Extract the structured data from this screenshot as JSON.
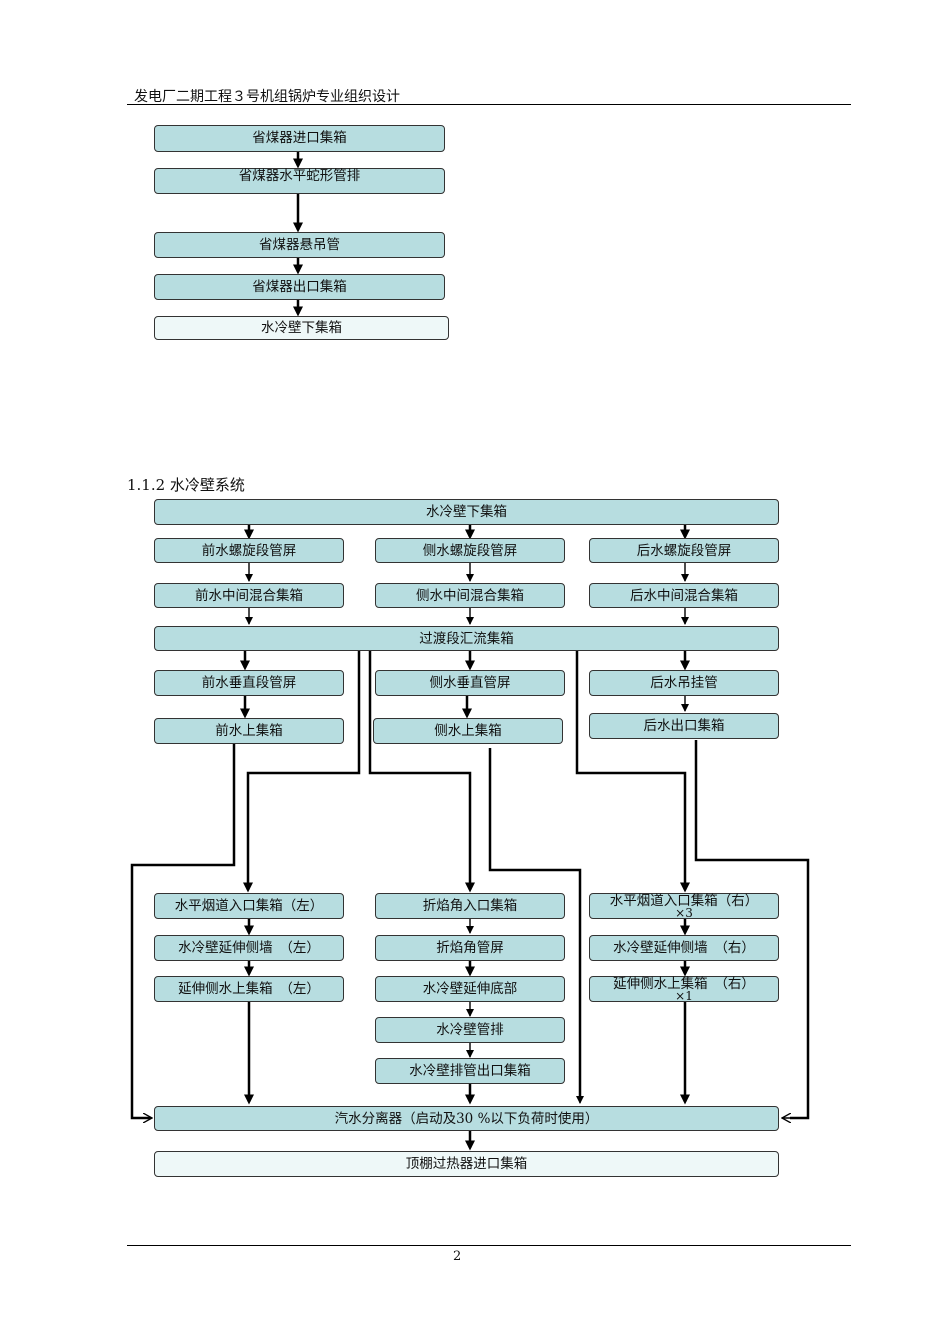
{
  "header": {
    "title": "发电厂二期工程３号机组锅炉专业组织设计"
  },
  "economizer_flow": {
    "boxes": [
      "省煤器进口集箱",
      "省煤器水平蛇形管排",
      "省煤器悬吊管",
      "省煤器出口集箱",
      "水冷壁下集箱"
    ]
  },
  "section": {
    "title": "1.1.2 水冷壁系统"
  },
  "waterwall_flow": {
    "top": "水冷壁下集箱",
    "spiral": [
      "前水螺旋段管屏",
      "侧水螺旋段管屏",
      "后水螺旋段管屏"
    ],
    "mixing": [
      "前水中间混合集箱",
      "侧水中间混合集箱",
      "后水中间混合集箱"
    ],
    "transition": "过渡段汇流集箱",
    "vertical": [
      "前水垂直段管屏",
      "侧水垂直管屏",
      "后水吊挂管"
    ],
    "upper": [
      "前水上集箱",
      "侧水上集箱",
      "后水出口集箱"
    ],
    "left_branch": [
      "水平烟道入口集箱（左）",
      "水冷壁延伸侧墙　（左）",
      "延伸侧水上集箱　（左）"
    ],
    "center_branch": [
      "折焰角入口集箱",
      "折焰角管屏",
      "水冷壁延伸底部",
      "水冷壁管排",
      "水冷壁排管出口集箱"
    ],
    "right_branch": [
      {
        "label": "水平烟道入口集箱（右）",
        "note": "×3"
      },
      {
        "label": "水冷壁延伸侧墙　（右）",
        "note": ""
      },
      {
        "label": "延伸侧水上集箱　（右）",
        "note": "×1"
      }
    ],
    "separator": "汽水分离器（启动及30 %以下负荷时使用）",
    "outlet": "顶棚过热器进口集箱"
  },
  "footer": {
    "page_number": "2"
  }
}
